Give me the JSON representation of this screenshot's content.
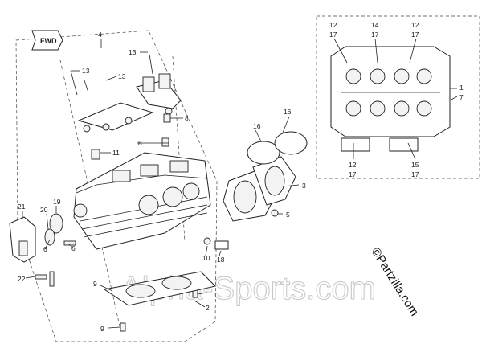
{
  "diagram": {
    "fwd_tag": "FWD",
    "watermark": "Alpha-Sports.com",
    "copyright": "©Partzilla.com",
    "callouts": {
      "c4": "4",
      "c13a": "13",
      "c13b": "13",
      "c13c": "13",
      "c8a": "8",
      "c8b": "8",
      "c11": "11",
      "c16a": "16",
      "c16b": "16",
      "c3": "3",
      "c5": "5",
      "c21": "21",
      "c19": "19",
      "c20": "20",
      "c6a": "6",
      "c6b": "6",
      "c22": "22",
      "c10": "10",
      "c18": "18",
      "c2": "2",
      "c9a": "9",
      "c9b": "9",
      "c1": "1",
      "c7": "7",
      "inset_tl_12": "12",
      "inset_tl_17": "17",
      "inset_t14": "14",
      "inset_t17": "17",
      "inset_tr_12": "12",
      "inset_tr_17": "17",
      "inset_bl_12": "12",
      "inset_bl_17": "17",
      "inset_br_15": "15",
      "inset_br_17": "17"
    }
  }
}
